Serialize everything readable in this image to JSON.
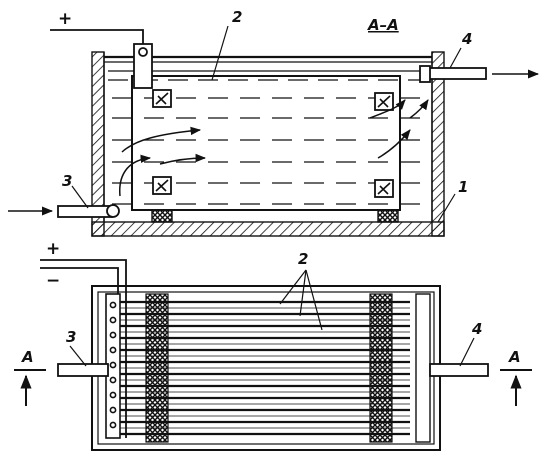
{
  "section_label": "A–A",
  "polarity": {
    "positive": "+",
    "negative": "−"
  },
  "top_view": {
    "callouts": {
      "electrode": "2",
      "inlet": "3",
      "outlet": "4",
      "tank": "1"
    }
  },
  "bottom_view": {
    "callouts": {
      "electrodes": "2",
      "inlet": "3",
      "outlet": "4"
    },
    "section_marks": {
      "left": "A",
      "right": "A"
    }
  },
  "colors": {
    "ink": "#111111",
    "paper": "#ffffff"
  }
}
